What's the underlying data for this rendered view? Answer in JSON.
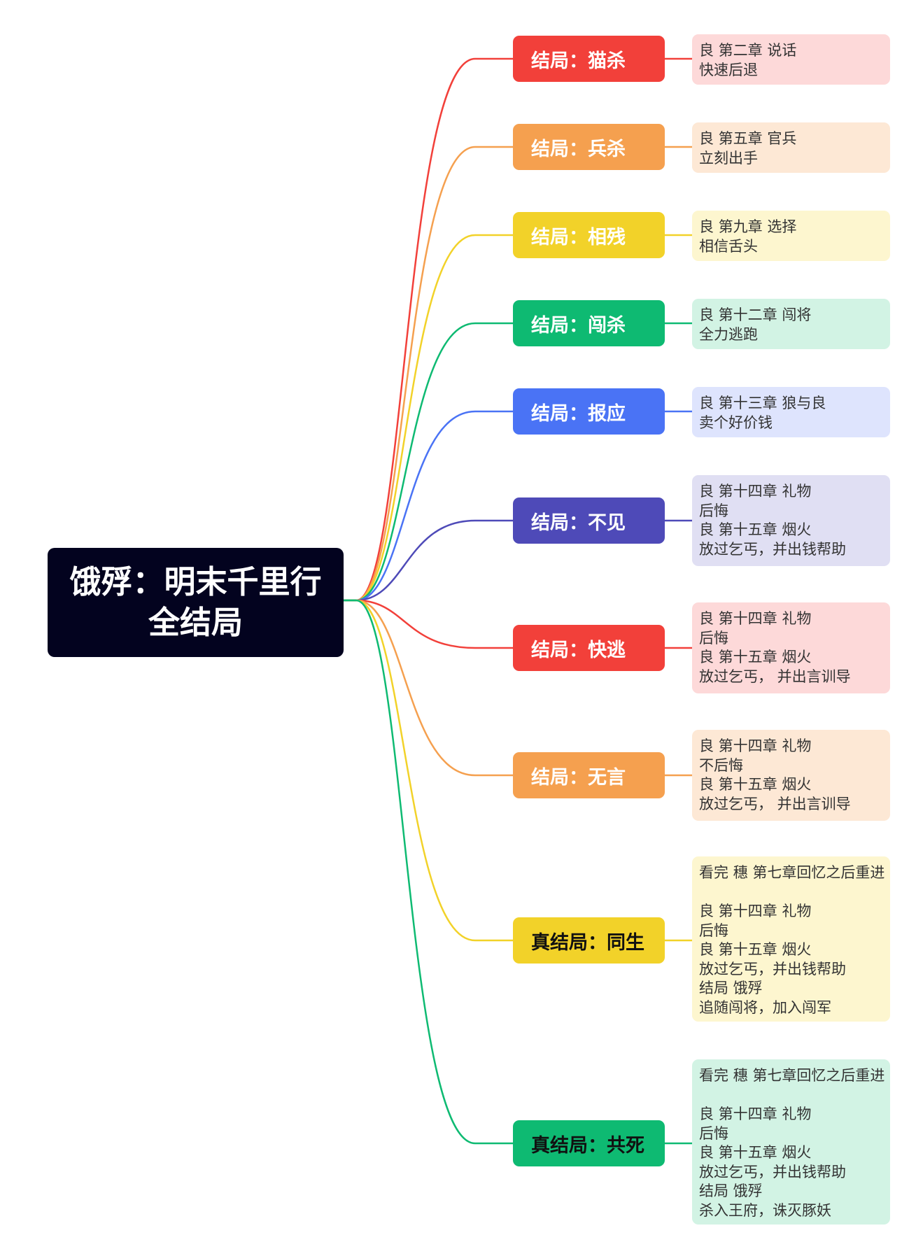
{
  "root": {
    "title_line1": "饿殍：明末千里行",
    "title_line2": "全结局"
  },
  "colors": {
    "root_bg": "#03031f",
    "red": "#f2403a",
    "orange": "#f5a04f",
    "yellow": "#f2d229",
    "green": "#0eba72",
    "blue": "#4a73f5",
    "indigo": "#4e4ab8"
  },
  "endings": [
    {
      "label": "结局：猫杀",
      "color": "#f2403a",
      "note_bg": "#fdd9d9",
      "notes": [
        "良 第二章 说话",
        "快速后退"
      ]
    },
    {
      "label": "结局：兵杀",
      "color": "#f5a04f",
      "note_bg": "#fde8d5",
      "notes": [
        "良 第五章 官兵",
        "立刻出手"
      ]
    },
    {
      "label": "结局：相残",
      "color": "#f2d229",
      "note_bg": "#fdf6cf",
      "notes": [
        "良 第九章 选择",
        "相信舌头"
      ]
    },
    {
      "label": "结局：闯杀",
      "color": "#0eba72",
      "note_bg": "#d2f3e4",
      "notes": [
        "良 第十二章 闯将",
        "全力逃跑"
      ]
    },
    {
      "label": "结局：报应",
      "color": "#4a73f5",
      "note_bg": "#dee4fd",
      "notes": [
        "良 第十三章 狼与良",
        "卖个好价钱"
      ]
    },
    {
      "label": "结局：不见",
      "color": "#4e4ab8",
      "note_bg": "#e0dff3",
      "notes": [
        "良 第十四章 礼物",
        "后悔",
        "良 第十五章 烟火",
        "放过乞丐，并出钱帮助"
      ]
    },
    {
      "label": "结局：快逃",
      "color": "#f2403a",
      "note_bg": "#fdd9d9",
      "notes": [
        "良 第十四章 礼物",
        "后悔",
        "良 第十五章 烟火",
        "放过乞丐， 并出言训导"
      ]
    },
    {
      "label": "结局：无言",
      "color": "#f5a04f",
      "note_bg": "#fde8d5",
      "notes": [
        "良 第十四章 礼物",
        "不后悔",
        "良 第十五章 烟火",
        "放过乞丐， 并出言训导"
      ]
    },
    {
      "label": "真结局：同生",
      "color": "#f2d229",
      "note_bg": "#fdf6cf",
      "notes": [
        "看完 穗 第七章回忆之后重进",
        "",
        "良 第十四章 礼物",
        "后悔",
        "良 第十五章 烟火",
        "放过乞丐，并出钱帮助",
        "结局 饿殍",
        "追随闯将，加入闯军"
      ]
    },
    {
      "label": "真结局：共死",
      "color": "#0eba72",
      "note_bg": "#d2f3e4",
      "notes": [
        "看完 穗 第七章回忆之后重进",
        "",
        "良 第十四章 礼物",
        "后悔",
        "良 第十五章 烟火",
        "放过乞丐，并出钱帮助",
        "结局 饿殍",
        "杀入王府，诛灭豚妖"
      ]
    }
  ]
}
